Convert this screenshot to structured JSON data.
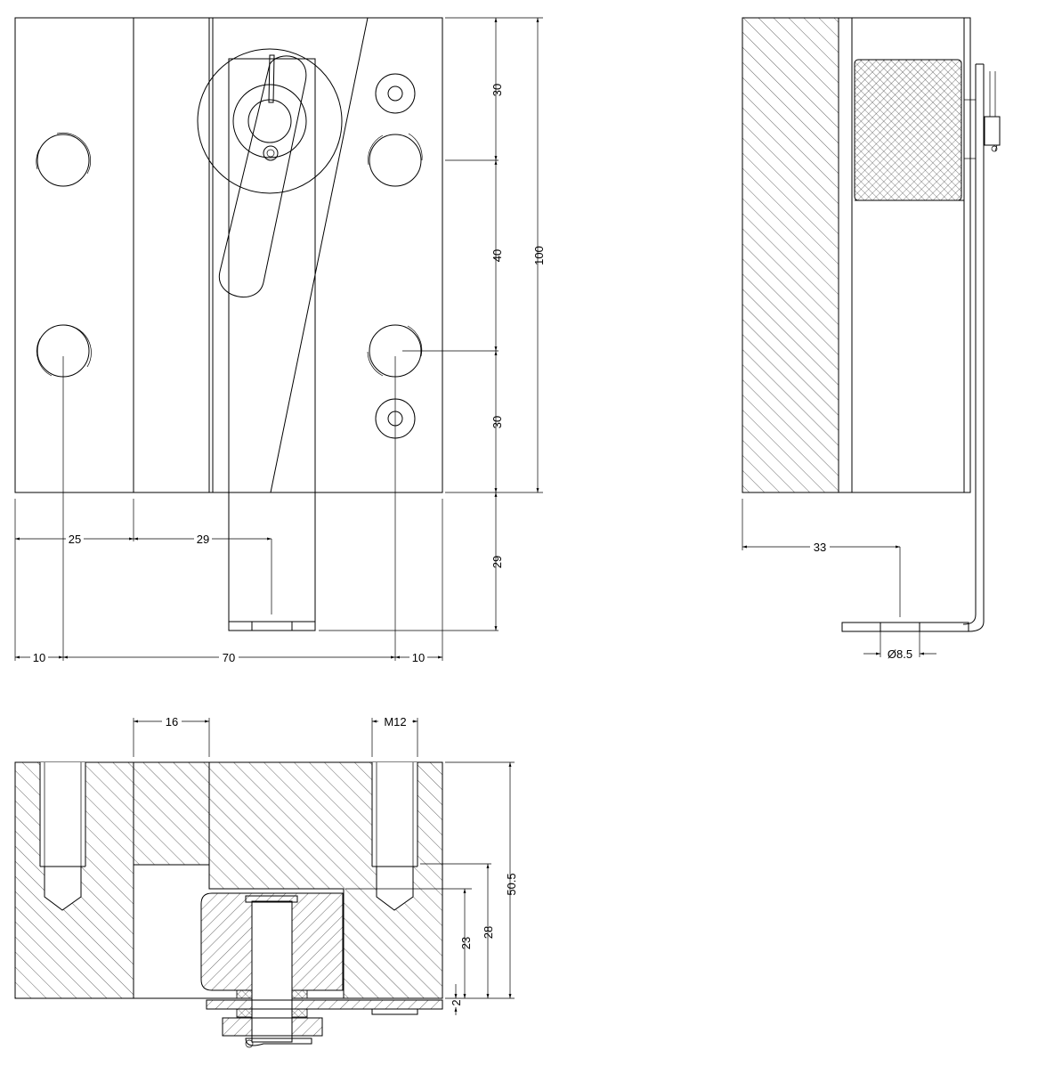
{
  "dimensions": {
    "front_top_30": "30",
    "front_mid_40": "40",
    "front_total_100": "100",
    "front_bot_30": "30",
    "front_bottom_29": "29",
    "front_left_25": "25",
    "front_mid_29": "29",
    "front_edge_left_10": "10",
    "front_span_70": "70",
    "front_edge_right_10": "10",
    "side_offset_33": "33",
    "side_diameter": "Ø8.5",
    "section_width_16": "16",
    "section_thread": "M12",
    "section_height_50_5": "50.5",
    "section_28": "28",
    "section_23": "23",
    "section_2": "2"
  },
  "colors": {
    "line": "#000000",
    "background": "#ffffff"
  }
}
